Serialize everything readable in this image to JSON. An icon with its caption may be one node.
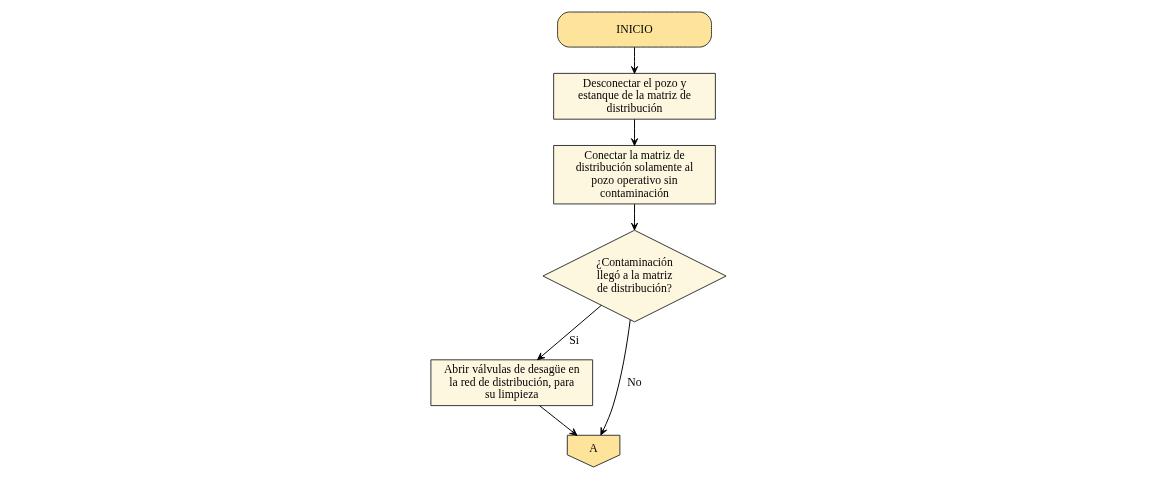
{
  "diagram": {
    "nodes": [
      {
        "text": [
          "INICIO"
        ]
      },
      {
        "text": [
          "Desconectar el pozo y estanque de la matriz de distribución"
        ]
      },
      {
        "text": [
          "Conectar la matriz de distribución solamente al pozo operativo sin contaminación"
        ]
      },
      {
        "text": [
          "¿Contaminación llegó a la matriz de distribución?"
        ]
      },
      {
        "text": [
          "Abrir válvulas de desagüe en la red de distribución, para su limpieza"
        ]
      },
      {
        "text": [
          "A"
        ]
      }
    ],
    "edges": [
      {
        "from": 0,
        "to": 1,
        "arrow": "to"
      },
      {
        "from": 1,
        "to": 2,
        "arrow": "to"
      },
      {
        "from": 2,
        "to": 3,
        "arrow": "to"
      },
      {
        "from": 3,
        "to": 4,
        "arrow": "to",
        "label": "Si"
      },
      {
        "from": 4,
        "to": 5,
        "arrow": "to"
      },
      {
        "from": 3,
        "to": 5,
        "arrow": "to",
        "label": "No"
      }
    ]
  }
}
